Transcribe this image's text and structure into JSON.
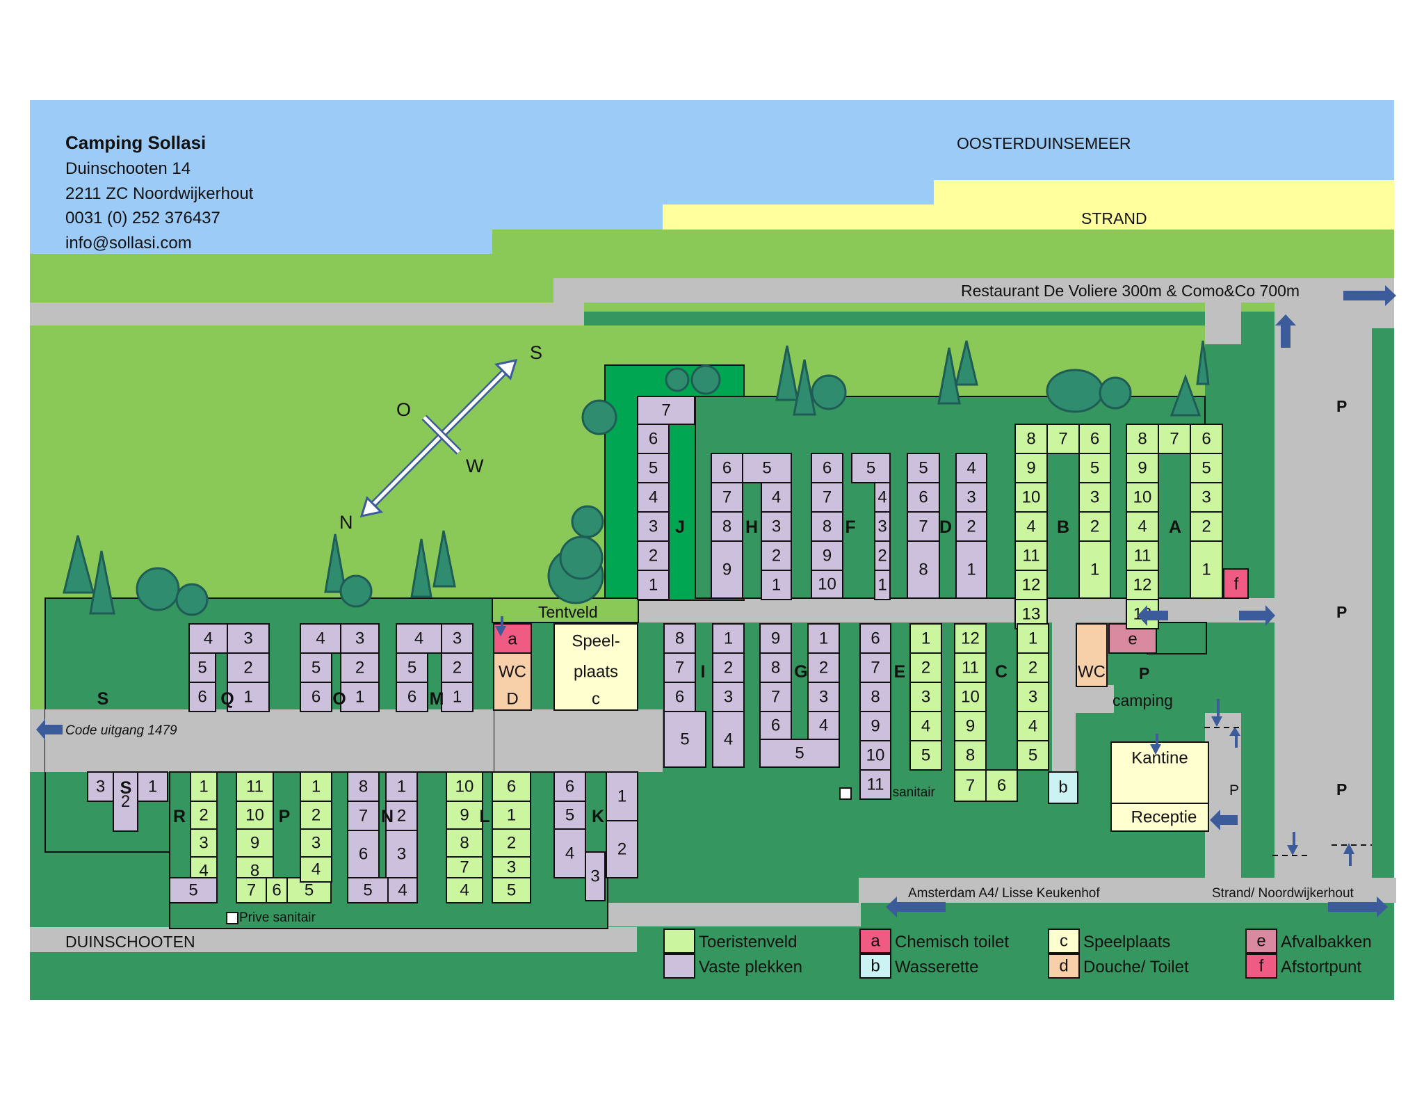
{
  "header": {
    "camp_name": "Camping Sollasi",
    "address_lines": [
      "Duinschooten 14",
      "2211 ZC Noordwijkerhout",
      "0031 (0) 252 376437",
      "info@sollasi.com"
    ]
  },
  "labels": {
    "lake": "OOSTERDUINSEMEER",
    "beach": "STRAND",
    "restaurant": "Restaurant De Voliere 300m & Como&Co 700m",
    "tentveld": "Tentveld",
    "exit_code": "Code uitgang 1479",
    "road_bottom": "DUINSCHOOTEN",
    "dir_amsterdam": "Amsterdam A4/ Lisse Keukenhof",
    "dir_strand": "Strand/ Noordwijkerhout",
    "prive_sanitair": "Prive sanitair",
    "camping": "camping",
    "kantine": "Kantine",
    "receptie": "Receptie",
    "wc": "WC",
    "speelplaats_1": "Speel-",
    "speelplaats_2": "plaats",
    "parking": "P"
  },
  "compass": {
    "north": "N",
    "east": "O",
    "south": "S",
    "west": "W"
  },
  "facility_letters": {
    "a": "a",
    "b": "b",
    "c": "c",
    "d": "D",
    "e": "e",
    "f": "f"
  },
  "rows": {
    "A": "A",
    "B": "B",
    "C": "C",
    "D": "D",
    "E": "E",
    "F": "F",
    "G": "G",
    "H": "H",
    "I": "I",
    "J": "J",
    "K": "K",
    "L": "L",
    "M": "M",
    "N": "N",
    "O": "O",
    "P": "P",
    "Q": "Q",
    "R": "R",
    "S": "S"
  },
  "legend": [
    {
      "key": "",
      "label": "Toeristenveld",
      "color": "#ccf5a0"
    },
    {
      "key": "",
      "label": "Vaste plekken",
      "color": "#ccc0dc"
    },
    {
      "key": "a",
      "label": "Chemisch toilet",
      "color": "#ef5b82"
    },
    {
      "key": "b",
      "label": "Wasserette",
      "color": "#ccf3f3"
    },
    {
      "key": "c",
      "label": "Speelplaats",
      "color": "#ffffd0"
    },
    {
      "key": "d",
      "label": "Douche/ Toilet",
      "color": "#f7cfa8"
    },
    {
      "key": "e",
      "label": "Afvalbakken",
      "color": "#d98aa1"
    },
    {
      "key": "f",
      "label": "Afstortpunt",
      "color": "#ef5b82"
    }
  ],
  "colors": {
    "water": "#9ccbf7",
    "beach": "#ffff9d",
    "grass": "#8ac858",
    "dark_green": "#35975f",
    "bright_green": "#00a651",
    "road": "#c0c0c0",
    "tourist": "#ccf5a0",
    "fixed": "#ccc0dc",
    "tree": "#2f8c6e",
    "arrow": "#3b5b9a"
  },
  "plots": [
    {
      "n": "8",
      "t": 1
    },
    {
      "n": "7",
      "t": 1
    },
    {
      "n": "6",
      "t": 1
    },
    {
      "n": "9",
      "t": 1
    },
    {
      "n": "5",
      "t": 1
    },
    {
      "n": "10",
      "t": 1
    },
    {
      "n": "4",
      "t": 1
    },
    {
      "n": "11",
      "t": 1
    },
    {
      "n": "3",
      "t": 1
    },
    {
      "n": "12",
      "t": 1
    },
    {
      "n": "2",
      "t": 1
    },
    {
      "n": "13",
      "t": 1
    },
    {
      "n": "1",
      "t": 1
    },
    {
      "n": "8",
      "t": 1
    },
    {
      "n": "7",
      "t": 1
    },
    {
      "n": "6",
      "t": 1
    },
    {
      "n": "9",
      "t": 1
    },
    {
      "n": "5",
      "t": 1
    },
    {
      "n": "10",
      "t": 1
    },
    {
      "n": "4",
      "t": 1
    },
    {
      "n": "11",
      "t": 1
    },
    {
      "n": "3",
      "t": 1
    },
    {
      "n": "12",
      "t": 1
    },
    {
      "n": "2",
      "t": 1
    },
    {
      "n": "13",
      "t": 1
    },
    {
      "n": "1",
      "t": 1
    },
    {
      "n": "5",
      "t": 0
    },
    {
      "n": "4",
      "t": 0
    },
    {
      "n": "3",
      "t": 0
    },
    {
      "n": "6",
      "t": 0
    },
    {
      "n": "2",
      "t": 0
    },
    {
      "n": "7",
      "t": 0
    },
    {
      "n": "1",
      "t": 0
    },
    {
      "n": "8",
      "t": 0
    },
    {
      "n": "6",
      "t": 0
    },
    {
      "n": "5",
      "t": 0
    },
    {
      "n": "4",
      "t": 0
    },
    {
      "n": "7",
      "t": 0
    },
    {
      "n": "3",
      "t": 0
    },
    {
      "n": "8",
      "t": 0
    },
    {
      "n": "2",
      "t": 0
    },
    {
      "n": "9",
      "t": 0
    },
    {
      "n": "1",
      "t": 0
    },
    {
      "n": "10",
      "t": 0
    },
    {
      "n": "6",
      "t": 0
    },
    {
      "n": "5",
      "t": 0
    },
    {
      "n": "4",
      "t": 0
    },
    {
      "n": "7",
      "t": 0
    },
    {
      "n": "3",
      "t": 0
    },
    {
      "n": "8",
      "t": 0
    },
    {
      "n": "2",
      "t": 0
    },
    {
      "n": "9",
      "t": 0
    },
    {
      "n": "1",
      "t": 0
    },
    {
      "n": "7",
      "t": 0
    },
    {
      "n": "6",
      "t": 0
    },
    {
      "n": "5",
      "t": 0
    },
    {
      "n": "4",
      "t": 0
    },
    {
      "n": "3",
      "t": 0
    },
    {
      "n": "2",
      "t": 0
    },
    {
      "n": "1",
      "t": 0
    },
    {
      "n": "6",
      "t": 0
    },
    {
      "n": "7",
      "t": 0
    },
    {
      "n": "8",
      "t": 0
    },
    {
      "n": "9",
      "t": 0
    },
    {
      "n": "10",
      "t": 0
    },
    {
      "n": "11",
      "t": 0
    },
    {
      "n": "5",
      "t": 0
    },
    {
      "n": "4",
      "t": 0
    },
    {
      "n": "4",
      "t": 0
    },
    {
      "n": "3",
      "t": 0
    },
    {
      "n": "5",
      "t": 0
    },
    {
      "n": "2",
      "t": 0
    },
    {
      "n": "6",
      "t": 0
    },
    {
      "n": "1",
      "t": 0
    },
    {
      "n": "4",
      "t": 0
    },
    {
      "n": "3",
      "t": 0
    },
    {
      "n": "5",
      "t": 0
    },
    {
      "n": "2",
      "t": 0
    },
    {
      "n": "6",
      "t": 0
    },
    {
      "n": "1",
      "t": 0
    },
    {
      "n": "4",
      "t": 0
    },
    {
      "n": "3",
      "t": 0
    },
    {
      "n": "5",
      "t": 0
    },
    {
      "n": "2",
      "t": 0
    },
    {
      "n": "6",
      "t": 0
    },
    {
      "n": "1",
      "t": 0
    },
    {
      "n": "8",
      "t": 0
    },
    {
      "n": "1",
      "t": 0
    },
    {
      "n": "7",
      "t": 0
    },
    {
      "n": "2",
      "t": 0
    },
    {
      "n": "6",
      "t": 0
    },
    {
      "n": "3",
      "t": 0
    },
    {
      "n": "5",
      "t": 0
    },
    {
      "n": "4",
      "t": 0
    },
    {
      "n": "9",
      "t": 0
    },
    {
      "n": "1",
      "t": 0
    },
    {
      "n": "8",
      "t": 0
    },
    {
      "n": "2",
      "t": 0
    },
    {
      "n": "7",
      "t": 0
    },
    {
      "n": "3",
      "t": 0
    },
    {
      "n": "6",
      "t": 0
    },
    {
      "n": "4",
      "t": 0
    },
    {
      "n": "5",
      "t": 0
    },
    {
      "n": "9",
      "t": 0
    },
    {
      "n": "8",
      "t": 0
    },
    {
      "n": "7",
      "t": 0
    },
    {
      "n": "6",
      "t": 0
    },
    {
      "n": "1",
      "t": 1
    },
    {
      "n": "2",
      "t": 1
    },
    {
      "n": "3",
      "t": 1
    },
    {
      "n": "4",
      "t": 1
    },
    {
      "n": "5",
      "t": 1
    },
    {
      "n": "12",
      "t": 1
    },
    {
      "n": "11",
      "t": 1
    },
    {
      "n": "10",
      "t": 1
    },
    {
      "n": "9",
      "t": 1
    },
    {
      "n": "8",
      "t": 1
    },
    {
      "n": "7",
      "t": 1
    },
    {
      "n": "6",
      "t": 1
    },
    {
      "n": "1",
      "t": 1
    },
    {
      "n": "2",
      "t": 1
    },
    {
      "n": "3",
      "t": 1
    },
    {
      "n": "4",
      "t": 1
    },
    {
      "n": "5",
      "t": 1
    },
    {
      "n": "3",
      "t": 0
    },
    {
      "n": "2",
      "t": 0
    },
    {
      "n": "1",
      "t": 0
    },
    {
      "n": "1",
      "t": 1
    },
    {
      "n": "2",
      "t": 1
    },
    {
      "n": "3",
      "t": 1
    },
    {
      "n": "4",
      "t": 1
    },
    {
      "n": "5",
      "t": 0
    },
    {
      "n": "11",
      "t": 1
    },
    {
      "n": "10",
      "t": 1
    },
    {
      "n": "9",
      "t": 1
    },
    {
      "n": "8",
      "t": 1
    },
    {
      "n": "7",
      "t": 1
    },
    {
      "n": "6",
      "t": 1
    },
    {
      "n": "5",
      "t": 1
    },
    {
      "n": "1",
      "t": 1
    },
    {
      "n": "2",
      "t": 1
    },
    {
      "n": "3",
      "t": 1
    },
    {
      "n": "4",
      "t": 1
    },
    {
      "n": "8",
      "t": 0
    },
    {
      "n": "7",
      "t": 0
    },
    {
      "n": "6",
      "t": 0
    },
    {
      "n": "5",
      "t": 0
    },
    {
      "n": "1",
      "t": 0
    },
    {
      "n": "2",
      "t": 0
    },
    {
      "n": "3",
      "t": 0
    },
    {
      "n": "4",
      "t": 0
    },
    {
      "n": "10",
      "t": 1
    },
    {
      "n": "9",
      "t": 1
    },
    {
      "n": "8",
      "t": 1
    },
    {
      "n": "7",
      "t": 1
    },
    {
      "n": "6",
      "t": 1
    },
    {
      "n": "1",
      "t": 1
    },
    {
      "n": "2",
      "t": 1
    },
    {
      "n": "3",
      "t": 1
    },
    {
      "n": "4",
      "t": 1
    },
    {
      "n": "5",
      "t": 1
    },
    {
      "n": "6",
      "t": 0
    },
    {
      "n": "5",
      "t": 0
    },
    {
      "n": "4",
      "t": 0
    },
    {
      "n": "3",
      "t": 0
    },
    {
      "n": "1",
      "t": 0
    },
    {
      "n": "2",
      "t": 0
    }
  ]
}
